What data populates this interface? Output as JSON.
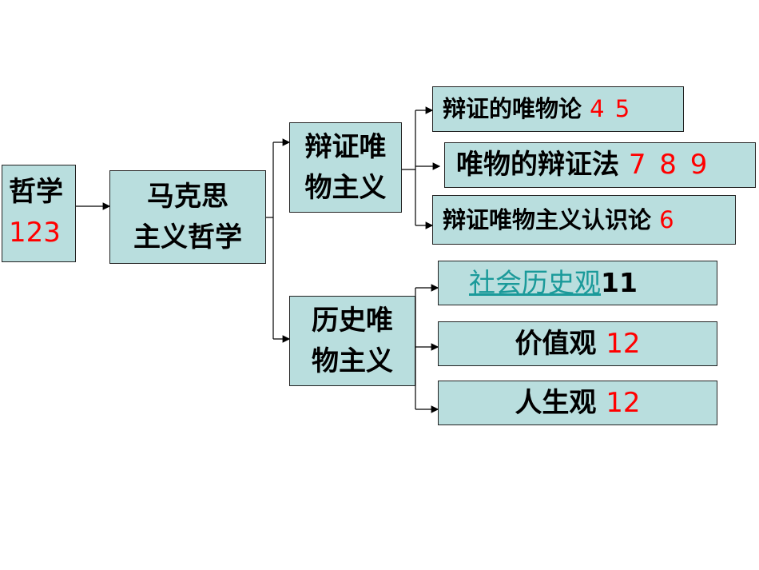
{
  "nodes": {
    "zhexue": {
      "text": "哲学",
      "num": "123"
    },
    "mks": {
      "line1": "马克思",
      "line2": "主义哲学"
    },
    "bianzheng": {
      "line1": "辩证唯",
      "line2": "物主义"
    },
    "lishi": {
      "line1": "历史唯",
      "line2": "物主义"
    },
    "bzwwl": {
      "text": "辩证的唯物论",
      "num": "4 5"
    },
    "wwbzf": {
      "text": "唯物的辩证法",
      "num": "7 8 9"
    },
    "rsl": {
      "text": "辩证唯物主义认识论",
      "num": "6"
    },
    "shlsg": {
      "text": "社会历史观",
      "num": "11"
    },
    "jzg": {
      "text": "价值观",
      "num": "12"
    },
    "rsg": {
      "text": "人生观",
      "num": "12"
    }
  },
  "colors": {
    "box_fill": "#b9dede",
    "number": "#ff0000",
    "link": "#1a9a9a"
  }
}
